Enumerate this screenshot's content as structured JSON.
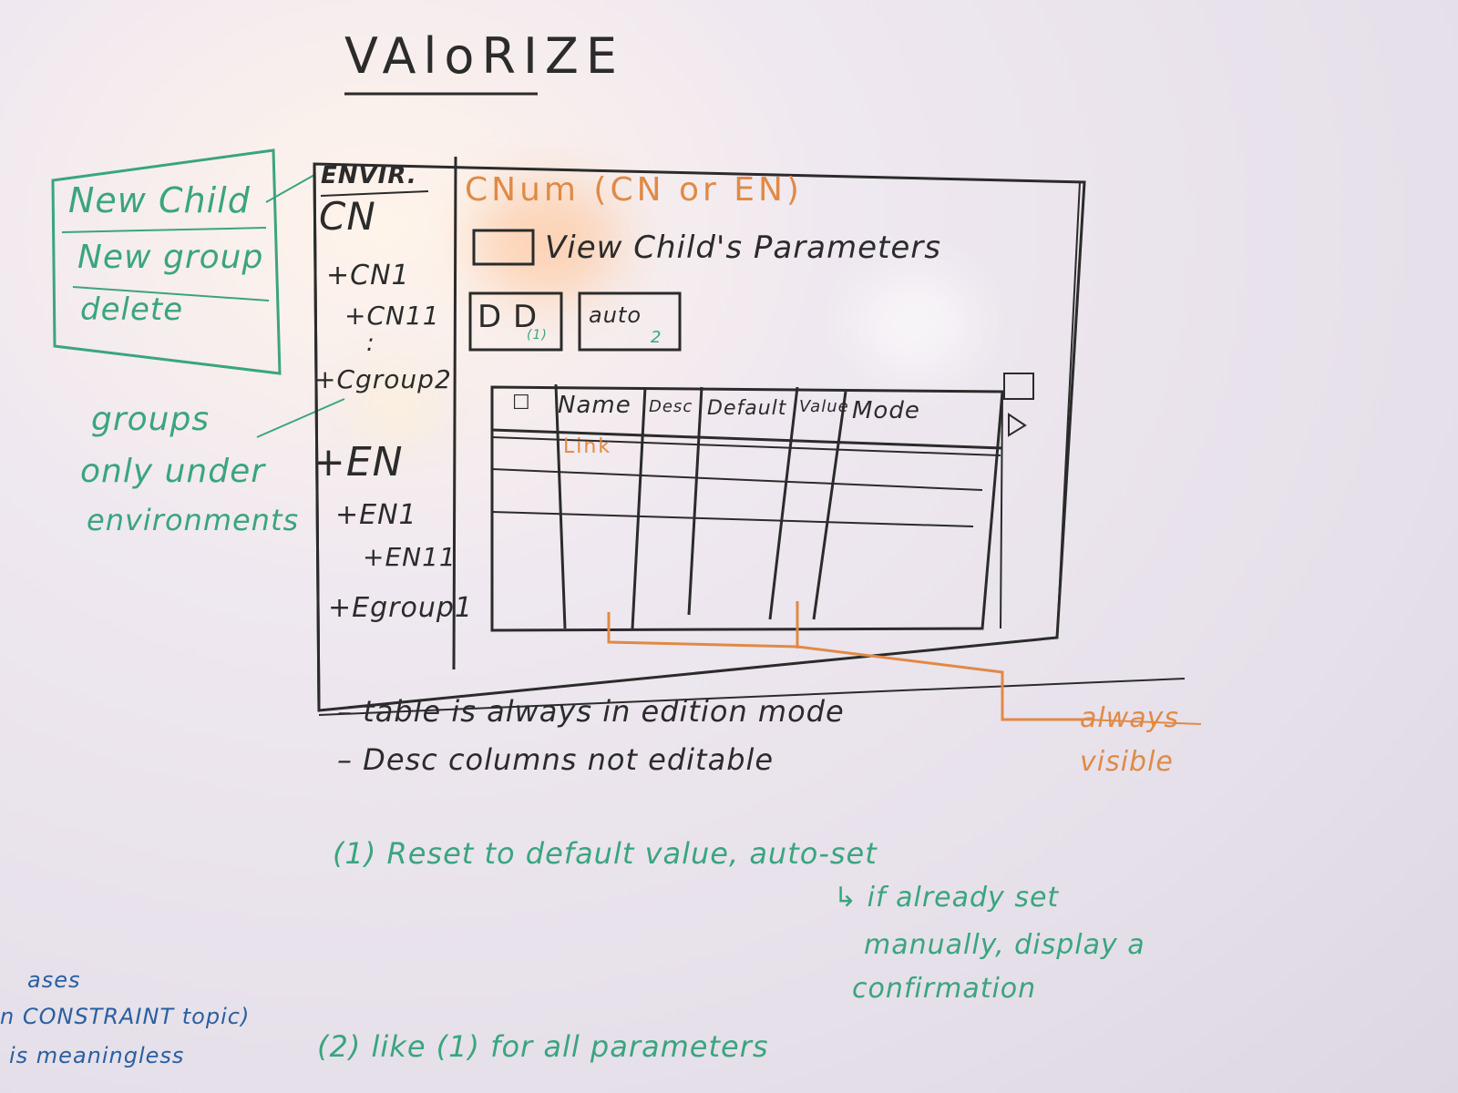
{
  "title": "VAloRIZE",
  "context_menu": {
    "items": [
      "New Child",
      "New group",
      "delete"
    ]
  },
  "groups_note": [
    "groups",
    "only under",
    "environments"
  ],
  "tree": {
    "header": "ENVIR.",
    "items": [
      "CN",
      "+CN1",
      "+CN11",
      ":",
      "+Cgroup2",
      "+EN",
      "+EN1",
      "+EN11",
      "+Egroup1"
    ]
  },
  "panel": {
    "title": "CNum (CN or EN)",
    "checkbox_label": "View Child's Parameters",
    "button1_label": "D D",
    "button1_note": "(1)",
    "button2_label": "auto",
    "button2_note": "2"
  },
  "table": {
    "columns": [
      "☐",
      "Name",
      "Desc",
      "Default",
      "Value",
      "Mode"
    ],
    "link_cell": "Link"
  },
  "always_visible": "always visible",
  "notes_black": [
    "– table is always in edition mode",
    "– Desc columns not editable"
  ],
  "notes_green": [
    "(1) Reset to default value, auto-set",
    "↳ if already set",
    "manually, display a",
    "confirmation",
    "(2) like (1) for all parameters"
  ],
  "notes_blue": [
    "ases",
    "n CONSTRAINT topic)",
    "is meaningless"
  ],
  "colors": {
    "green": "#3aa57f",
    "black": "#2b2b2b",
    "orange": "#e08a45",
    "blue": "#2a5fa0",
    "board": "#ece6ee"
  }
}
